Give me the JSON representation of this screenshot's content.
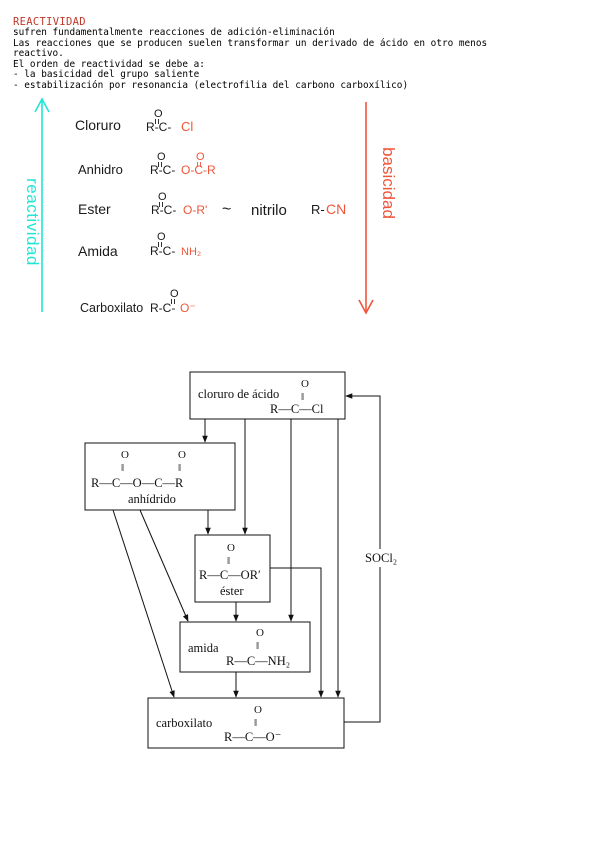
{
  "notes": {
    "title": "REACTIVIDAD",
    "lines": [
      "sufren fundamentalmente reacciones de adición-eliminación",
      "Las reacciones que se producen suelen transformar un derivado de ácido en otro menos",
      "reactivo.",
      "El orden de reactividad se debe a:",
      "- la basicidad del grupo saliente",
      "- estabilización por resonancia (electrofilia del carbono carboxílico)"
    ]
  },
  "sketch": {
    "reactivity_label": "reactividad",
    "basicity_label": "basicidad",
    "similar_sign": "~",
    "compounds": [
      {
        "name": "Cloruro",
        "formula_black": "R-C-",
        "formula_red": "Cl",
        "oxygen": "O"
      },
      {
        "name": "Anhidro",
        "formula_black": "R-C-",
        "formula_red": "O-C-R",
        "oxygen": "O"
      },
      {
        "name": "Ester",
        "formula_black": "R-C-",
        "formula_red": "O-R'",
        "oxygen": "O"
      },
      {
        "name": "Amida",
        "formula_black": "R-C-",
        "formula_red": "NH₂",
        "oxygen": "O"
      },
      {
        "name": "Carboxilato",
        "formula_black": "R-C-",
        "formula_red": "O⁻",
        "oxygen": "O"
      }
    ],
    "nitrile": {
      "name": "nitrilo",
      "formula_black": "R-",
      "formula_red": "CN"
    },
    "colors": {
      "cyan": "#22e5d6",
      "red": "#f0553a",
      "ink": "#1a1a1a"
    }
  },
  "flow": {
    "boxes": [
      {
        "label": "cloruro de ácido",
        "formula": "R—C—Cl",
        "oxygen": "O"
      },
      {
        "label": "anhídrido",
        "formula": "R—C—O—C—R",
        "oxygen": "O"
      },
      {
        "label": "éster",
        "formula": "R—C—OR′",
        "oxygen": "O"
      },
      {
        "label": "amida",
        "formula": "R—C—NH₂",
        "oxygen": "O"
      },
      {
        "label": "carboxilato",
        "formula": "R—C—O⁻",
        "oxygen": "O"
      }
    ],
    "reagent": "SOCl₂",
    "double_bond": "‖"
  }
}
